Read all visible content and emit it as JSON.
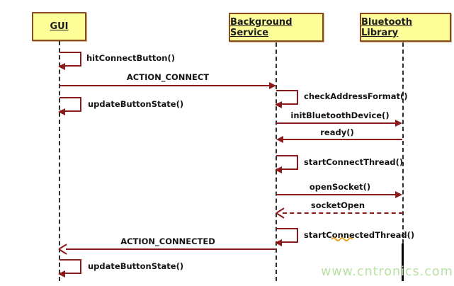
{
  "diagram": {
    "type": "uml-sequence",
    "actors": [
      {
        "id": "gui",
        "label": "GUI"
      },
      {
        "id": "background-service",
        "label": "Background Service"
      },
      {
        "id": "bluetooth-library",
        "label": "Bluetooth Library"
      }
    ],
    "messages": [
      {
        "label": "hitConnectButton()",
        "type": "self",
        "actor": "gui"
      },
      {
        "label": "ACTION_CONNECT",
        "type": "call",
        "from": "gui",
        "to": "background-service"
      },
      {
        "label": "updateButtonState()",
        "type": "self",
        "actor": "gui"
      },
      {
        "label": "checkAddressFormat()",
        "type": "self",
        "actor": "background-service"
      },
      {
        "label": "initBluetoothDevice()",
        "type": "call",
        "from": "background-service",
        "to": "bluetooth-library"
      },
      {
        "label": "ready()",
        "type": "call",
        "from": "bluetooth-library",
        "to": "background-service"
      },
      {
        "label": "startConnectThread()",
        "type": "self",
        "actor": "background-service"
      },
      {
        "label": "openSocket()",
        "type": "call",
        "from": "background-service",
        "to": "bluetooth-library"
      },
      {
        "label": "socketOpen",
        "type": "return",
        "from": "bluetooth-library",
        "to": "background-service"
      },
      {
        "label": "startConnectedThread()",
        "type": "self",
        "actor": "background-service"
      },
      {
        "label": "ACTION_CONNECTED",
        "type": "call",
        "from": "background-service",
        "to": "gui"
      },
      {
        "label": "updateButtonState()",
        "type": "self",
        "actor": "gui"
      }
    ],
    "watermark": "www.cntronics.com",
    "colors": {
      "box_fill": "#ffff99",
      "box_border": "#8b4a1f",
      "arrow": "#8b1a1a",
      "lifeline": "#2e2e2e",
      "watermark": "#b9e2a2",
      "squiggle": "#ef9b0f"
    }
  }
}
